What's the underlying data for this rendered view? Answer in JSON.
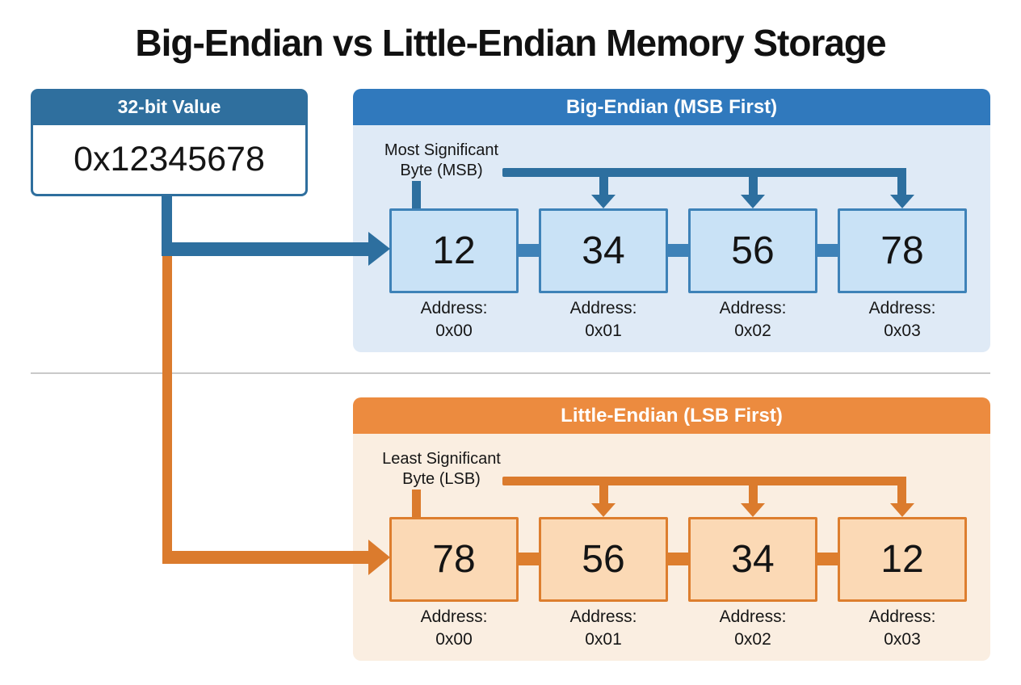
{
  "title": "Big-Endian vs Little-Endian Memory Storage",
  "value_box": {
    "header": "32-bit Value",
    "value": "0x12345678"
  },
  "big_endian": {
    "header": "Big-Endian (MSB First)",
    "significant_label": {
      "line1": "Most Significant",
      "line2": "Byte (MSB)"
    },
    "cells": [
      {
        "value": "12",
        "address_title": "Address:",
        "address": "0x00"
      },
      {
        "value": "34",
        "address_title": "Address:",
        "address": "0x01"
      },
      {
        "value": "56",
        "address_title": "Address:",
        "address": "0x02"
      },
      {
        "value": "78",
        "address_title": "Address:",
        "address": "0x03"
      }
    ]
  },
  "little_endian": {
    "header": "Little-Endian (LSB First)",
    "significant_label": {
      "line1": "Least Significant",
      "line2": "Byte (LSB)"
    },
    "cells": [
      {
        "value": "78",
        "address_title": "Address:",
        "address": "0x00"
      },
      {
        "value": "56",
        "address_title": "Address:",
        "address": "0x01"
      },
      {
        "value": "34",
        "address_title": "Address:",
        "address": "0x02"
      },
      {
        "value": "12",
        "address_title": "Address:",
        "address": "0x03"
      }
    ]
  },
  "colors": {
    "steel_blue": "#2f6f9e",
    "panel_blue_header": "#3079bd",
    "panel_blue_bg": "#dfeaf6",
    "box_blue_fill": "#c9e2f6",
    "box_blue_border": "#3e82b8",
    "line_blue": "#2d6f9f",
    "panel_orange_header": "#ec8b3f",
    "panel_orange_bg": "#faeee1",
    "box_orange_fill": "#fbd9b5",
    "box_orange_border": "#dd7e2e",
    "line_orange": "#db7b2d",
    "divider_gray": "#c9c9c9",
    "text_dark": "#1a1a1a"
  }
}
